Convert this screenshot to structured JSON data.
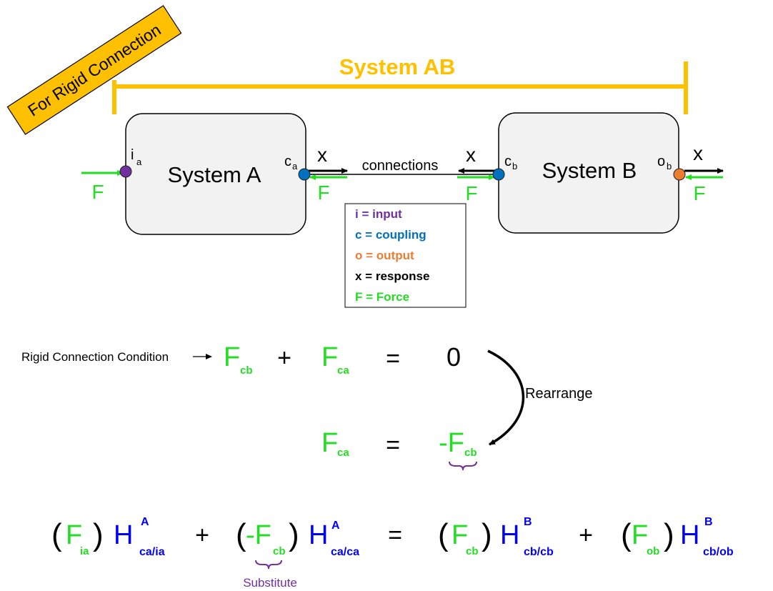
{
  "banner": {
    "text": "For Rigid Connection"
  },
  "system_ab": {
    "title": "System AB"
  },
  "system_a": {
    "title": "System A",
    "input_port": "i",
    "input_sub": "a",
    "coupling_port": "c",
    "coupling_sub": "a"
  },
  "system_b": {
    "title": "System B",
    "coupling_port": "c",
    "coupling_sub": "b",
    "output_port": "o",
    "output_sub": "b"
  },
  "connections_label": "connections",
  "symbols": {
    "response": "x",
    "force": "F"
  },
  "legend": [
    {
      "text": "i = input",
      "color": "#7030a0"
    },
    {
      "text": "c = coupling",
      "color": "#0070c0"
    },
    {
      "text": "o = output",
      "color": "#ed7d31"
    },
    {
      "text": "x = response",
      "color": "#000000"
    },
    {
      "text": "F = Force",
      "color": "#22dd22"
    }
  ],
  "condition": {
    "label": "Rigid Connection Condition",
    "term1": "F",
    "term1_sub": "cb",
    "plus": "+",
    "term2": "F",
    "term2_sub": "ca",
    "equals": "=",
    "rhs": "0"
  },
  "rearrange_label": "Rearrange",
  "rearranged": {
    "lhs": "F",
    "lhs_sub": "ca",
    "equals": "=",
    "rhs": "-F",
    "rhs_sub": "cb"
  },
  "final_equation": {
    "t1_force": "F",
    "t1_force_sub": "ia",
    "t1_h": "H",
    "t1_h_sup": "A",
    "t1_h_sub": "ca/ia",
    "plus1": "+",
    "t2_force": "-F",
    "t2_force_sub": "cb",
    "t2_h": "H",
    "t2_h_sup": "A",
    "t2_h_sub": "ca/ca",
    "equals": "=",
    "t3_force": "F",
    "t3_force_sub": "cb",
    "t3_h": "H",
    "t3_h_sup": "B",
    "t3_h_sub": "cb/cb",
    "plus2": "+",
    "t4_force": "F",
    "t4_force_sub": "ob",
    "t4_h": "H",
    "t4_h_sup": "B",
    "t4_h_sub": "cb/ob",
    "open_paren": "(",
    "close_paren": ")"
  },
  "substitute_label": "Substitute",
  "colors": {
    "force_green": "#22dd22",
    "h_blue": "#0000ff",
    "banner_fill": "#ffc000",
    "system_ab_gold": "#ffc000",
    "box_fill": "#f2f2f2",
    "input_purple": "#7030a0",
    "coupling_blue": "#0070c0",
    "output_orange": "#ed7d31"
  }
}
